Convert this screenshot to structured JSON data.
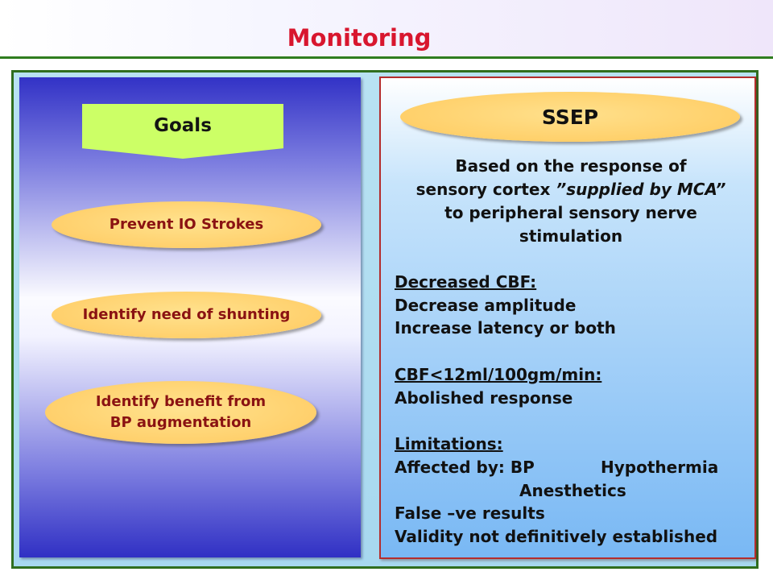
{
  "slide": {
    "title": "Monitoring",
    "colors": {
      "title": "#d8162e",
      "rule": "#2f7d1f",
      "goals_fill": "#ccff66",
      "pill_fill": "#ffd06c",
      "pill_text": "#8a1212"
    }
  },
  "goals": {
    "header": "Goals",
    "items": [
      {
        "label": "Prevent IO Strokes"
      },
      {
        "label_line1": "Identify need of shunting"
      },
      {
        "label_line1": "Identify benefit from",
        "label_line2": "BP augmentation"
      }
    ]
  },
  "ssep": {
    "header": "SSEP",
    "intro": {
      "line1": "Based on the response of",
      "line2_plain": "sensory cortex ",
      "line2_italic": "”supplied by MCA”",
      "line3": "to peripheral sensory nerve",
      "line4": "stimulation"
    },
    "decreased_cbf": {
      "heading": "Decreased CBF:",
      "lines": [
        "Decrease amplitude",
        "Increase latency or both"
      ]
    },
    "cbf_threshold": {
      "heading": "CBF<12ml/100gm/min:",
      "lines": [
        "Abolished response"
      ]
    },
    "limitations": {
      "heading": "Limitations:",
      "affected_by_label": "Affected by: BP",
      "affected_by_second": "Hypothermia",
      "affected_by_third": "Anesthetics",
      "lines": [
        "False –ve results",
        "Validity not definitively established"
      ]
    }
  }
}
